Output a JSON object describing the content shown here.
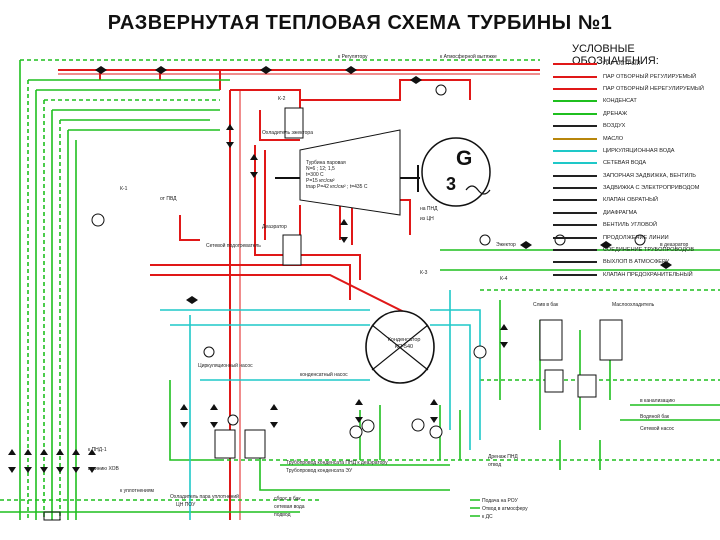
{
  "title": "РАЗВЕРНУТАЯ ТЕПЛОВАЯ СХЕМА ТУРБИНЫ №1",
  "legend": {
    "title": "УСЛОВНЫЕ ОБОЗНАЧЕНИЯ:",
    "items": [
      {
        "label": "ПАР ОСТРЫЙ",
        "color": "#e01818"
      },
      {
        "label": "ПАР ОТБОРНЫЙ РЕГУЛИРУЕМЫЙ",
        "color": "#e01818"
      },
      {
        "label": "ПАР ОТБОРНЫЙ НЕРЕГУЛИРУЕМЫЙ",
        "color": "#e01818"
      },
      {
        "label": "КОНДЕНСАТ",
        "color": "#1fbf1f"
      },
      {
        "label": "ДРЕНАЖ",
        "color": "#1fbf1f"
      },
      {
        "label": "ВОЗДУХ",
        "color": "#222222"
      },
      {
        "label": "МАСЛО",
        "color": "#b8860b"
      },
      {
        "label": "ЦИРКУЛЯЦИОННАЯ ВОДА",
        "color": "#1ec8c8"
      },
      {
        "label": "СЕТЕВАЯ ВОДА",
        "color": "#1ec8c8"
      },
      {
        "label": "ЗАПОРНАЯ ЗАДВИЖКА, ВЕНТИЛЬ",
        "color": "#222222"
      },
      {
        "label": "ЗАДВИЖКА С ЭЛЕКТРОПРИВОДОМ",
        "color": "#222222"
      },
      {
        "label": "КЛАПАН ОБРАТНЫЙ",
        "color": "#222222"
      },
      {
        "label": "ДИАФРАГМА",
        "color": "#222222"
      },
      {
        "label": "ВЕНТИЛЬ УГЛОВОЙ",
        "color": "#222222"
      },
      {
        "label": "ПРОДОЛЖЕНИЕ ЛИНИИ",
        "color": "#222222"
      },
      {
        "label": "СОЕДИНЕНИЕ ТРУБОПРОВОДОВ",
        "color": "#222222"
      },
      {
        "label": "ВЫХЛОП В АТМОСФЕРУ",
        "color": "#222222"
      },
      {
        "label": "КЛАПАН ПРЕДОХРАНИТЕЛЬНЫЙ",
        "color": "#222222"
      }
    ]
  },
  "generator": {
    "letter": "G",
    "phase": "3"
  },
  "turbine": {
    "name": "Турбина паровая",
    "lines": [
      "N=6 ; 12; 1,5",
      "t=300 С",
      "P=15 кгс/см²",
      "tпар P=42 кгс/см² ; t=435 С"
    ]
  },
  "condenser": {
    "label": "Конденсатор КП-540"
  },
  "labels": [
    "Деаэратор",
    "Охладитель эжектора",
    "от ПВД",
    "Сетевой подогреватель",
    "на ПНД",
    "из ЦН",
    "Эжектор",
    "в деаэратор",
    "Слив в бак",
    "Маслоохладитель",
    "в канализацию",
    "Водяной бак",
    "Сетевой насос",
    "конденсатный насос",
    "Циркуляционный насос",
    "к ПНД-1",
    "в линию ХОВ",
    "к уплотнениям",
    "Охладитель пара уплотнений",
    "ЦН ПОУ",
    "сброс в бак",
    "сетевая вода",
    "подвод",
    "Трубопровод конденсата ПНД к деаэратору",
    "Трубопровод конденсата ЭУ",
    "Дренаж ПНД",
    "отвод",
    "Подача на РОУ",
    "Отвод в атмосферу",
    "к ДС",
    "к Регулятору",
    "к Атмосферной вытяжке",
    "К-1",
    "К-2",
    "К-3",
    "К-4"
  ]
}
